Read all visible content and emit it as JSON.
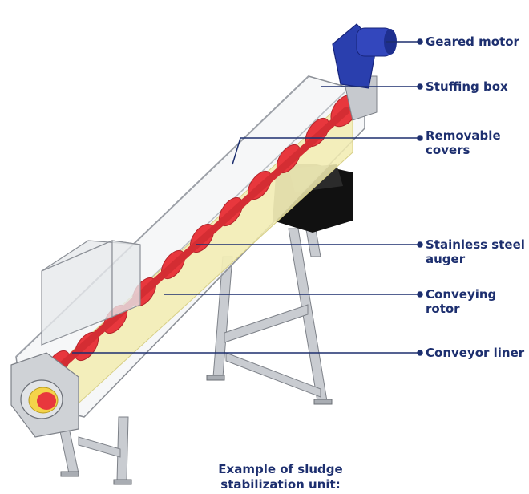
{
  "labels": {
    "geared_motor": "Geared motor",
    "stuffing_box": "Stuffing box",
    "removable_covers_1": "Removable",
    "removable_covers_2": "covers",
    "auger_1": "Stainless steel",
    "auger_2": "auger",
    "rotor_1": "Conveying",
    "rotor_2": "rotor",
    "liner": "Conveyor liner"
  },
  "caption": {
    "line1": "Example of sludge",
    "line2": "stabilization unit:"
  },
  "colors": {
    "label_text": "#1d2f6f",
    "leader_line": "#1d2f6f",
    "motor_blue": "#2a3fae",
    "auger_red": "#e8373d",
    "liner_yellow": "#f2ecb0",
    "hopper_black": "#111111",
    "frame_grey": "#b9bcc2"
  }
}
